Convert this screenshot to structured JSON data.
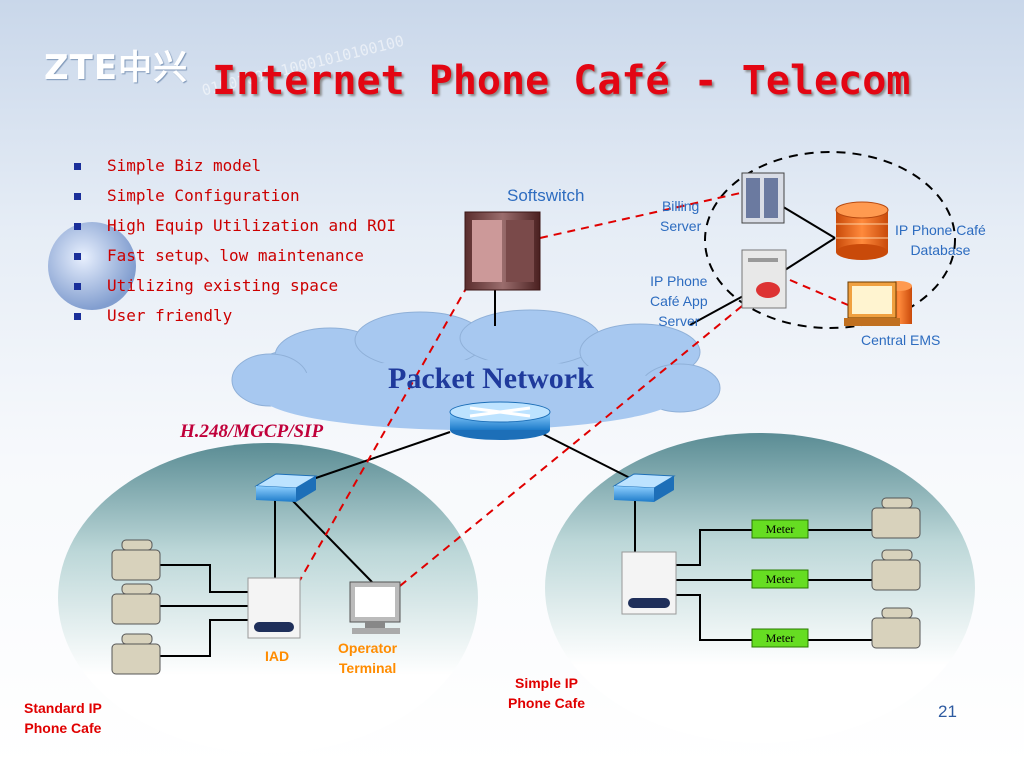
{
  "logo": "ZTE中兴",
  "title": "Internet Phone Café - Telecom",
  "background_binary": "01001000 10001010100100",
  "bullets": [
    "Simple Biz model",
    "Simple Configuration",
    "High Equip Utilization and ROI",
    "Fast setup、low maintenance",
    "Utilizing existing space",
    "User friendly"
  ],
  "diagram": {
    "softswitch": "Softswitch",
    "billing_server": [
      "Billing",
      "Server"
    ],
    "ip_phone_cafe_app_server": [
      "IP Phone",
      "Café App",
      "Server"
    ],
    "ip_phone_cafe_database": [
      "IP Phone Café",
      "Database"
    ],
    "central_ems": "Central EMS",
    "packet_network": "Packet Network",
    "protocol": "H.248/MGCP/SIP",
    "iad": "IAD",
    "operator_terminal": [
      "Operator",
      "Terminal"
    ],
    "standard_cafe": [
      "Standard IP",
      "Phone Cafe"
    ],
    "simple_cafe": [
      "Simple IP",
      "Phone Cafe"
    ],
    "meters": [
      "Meter",
      "Meter",
      "Meter"
    ]
  },
  "page_number": "21",
  "colors": {
    "title": "#e30613",
    "bullet_text": "#cc0000",
    "label_blue": "#2d6cc0",
    "label_orange": "#ff8c00",
    "label_red": "#e00000",
    "cloud": "#a7c8f0",
    "meter": "#66dd22",
    "dashed_link": "#e00000"
  }
}
